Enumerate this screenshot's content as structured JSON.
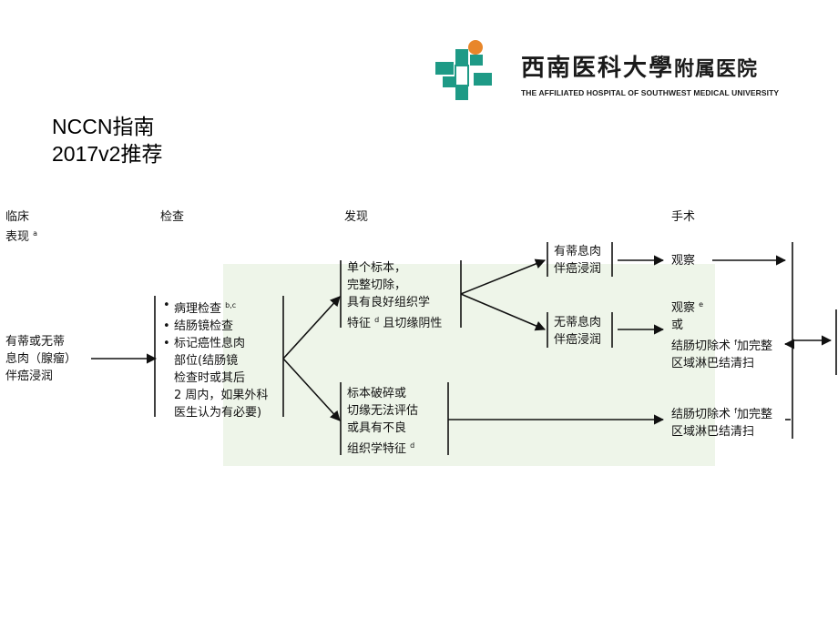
{
  "logo": {
    "name_cn": "西南医科大學",
    "name_cn_dept": "附属医院",
    "name_en": "THE AFFILIATED HOSPITAL OF SOUTHWEST MEDICAL UNIVERSITY"
  },
  "title": {
    "line1": "NCCN指南",
    "line2": "2017v2推荐"
  },
  "headers": {
    "clinical_line1": "临床",
    "clinical_line2": "表现",
    "clinical_sup": "a",
    "exam": "检查",
    "finding": "发现",
    "surgery": "手术"
  },
  "presentation": {
    "lines": [
      "有蒂或无蒂",
      "息肉（腺瘤）",
      "伴癌浸润"
    ]
  },
  "exams": {
    "item1": "病理检查",
    "item1_sup": "b,c",
    "item2": "结肠镜检查",
    "item3_lines": [
      "标记癌性息肉",
      "部位(结肠镜",
      "检查时或其后",
      "2 周内，如果外科",
      "医生认为有必要)"
    ]
  },
  "finding_a": {
    "line1": "单个标本，",
    "line2": "完整切除，",
    "line3": "具有良好组织学",
    "line4_pre": "特征",
    "line4_sup": "d",
    "line4_post": "且切缘阴性"
  },
  "finding_b": {
    "line1": "标本破碎或",
    "line2": "切缘无法评估",
    "line3": "或具有不良",
    "line4_pre": "组织学特征",
    "line4_sup": "d"
  },
  "type_pedunculated": {
    "line1": "有蒂息肉",
    "line2": "伴癌浸润"
  },
  "type_sessile": {
    "line1": "无蒂息肉",
    "line2": "伴癌浸润"
  },
  "action_observe": {
    "text": "观察"
  },
  "action_sessile": {
    "line1": "观察",
    "line1_sup": "e",
    "line2": "或",
    "line3_pre": "结肠切除术",
    "line3_sup": "f",
    "line3_post": "加完整",
    "line4": "区域淋巴结清扫"
  },
  "action_resect": {
    "line1_pre": "结肠切除术",
    "line1_sup": "f",
    "line1_post": "加完整",
    "line2": "区域淋巴结清扫"
  },
  "colors": {
    "logo_green": "#1e9a86",
    "logo_orange": "#e8862a",
    "watermark": "#eef5e9",
    "line": "#111111"
  }
}
